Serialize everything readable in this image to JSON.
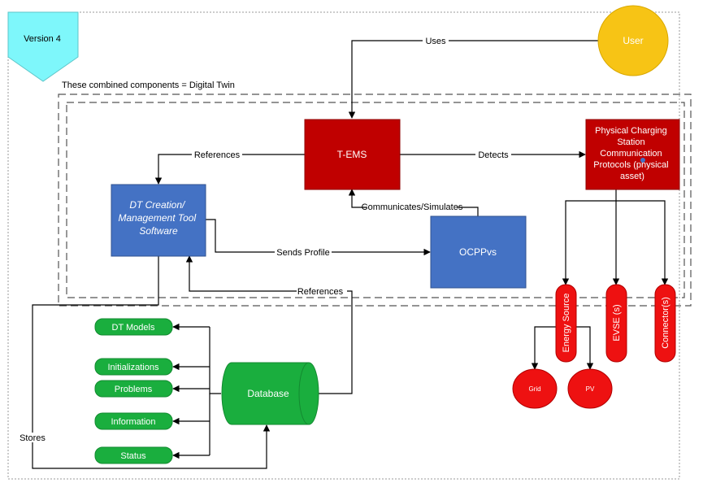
{
  "version_tag": "Version 4",
  "group_caption": "These combined components = Digital Twin",
  "nodes": {
    "user": "User",
    "tems": "T-EMS",
    "physical": [
      "Physical Charging",
      "Station",
      "Communication",
      "Protocols (physical",
      "asset)"
    ],
    "dt_tool": [
      "DT Creation/",
      "Management Tool",
      "Software"
    ],
    "ocppvs": "OCPPvs",
    "database": "Database",
    "energy_source": "Energy Source",
    "evse": "EVSE (s)",
    "connector": "Connector(s)",
    "grid": "Grid",
    "pv": "PV"
  },
  "stores_items": [
    "DT Models",
    "Initializations",
    "Problems",
    "Information",
    "Status"
  ],
  "edge_labels": {
    "uses": "Uses",
    "references_top": "References",
    "detects": "Detects",
    "communicates": "Communicates/Simulates",
    "sends_profile": "Sends Profile",
    "references_db": "References",
    "stores": "Stores"
  },
  "colors": {
    "tems": "#c00000",
    "blue": "#4472c4",
    "green": "#1aae3e",
    "user": "#f7c415",
    "red_pill": "#ee1111",
    "version_tag": "#7ef7fb"
  }
}
